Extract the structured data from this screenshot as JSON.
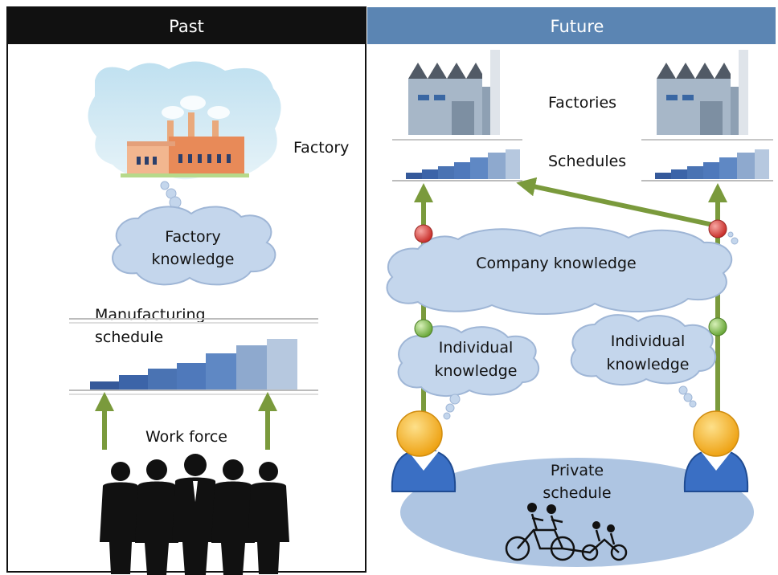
{
  "past": {
    "header": "Past",
    "factory_label": "Factory",
    "factory_knowledge": [
      "Factory",
      "knowledge"
    ],
    "schedule_label": [
      "Manufacturing",
      "schedule"
    ],
    "work_force_label": "Work force"
  },
  "future": {
    "header": "Future",
    "factories_label": "Factories",
    "schedules_label": "Schedules",
    "company_knowledge": "Company knowledge",
    "individual_knowledge_left": [
      "Individual",
      "knowledge"
    ],
    "individual_knowledge_right": [
      "Individual",
      "knowledge"
    ],
    "private_schedule": [
      "Private",
      "schedule"
    ]
  },
  "colors": {
    "past_header": "#111111",
    "future_header": "#5b85b3",
    "cloud_fill": "#c4d6ec",
    "cloud_stroke": "#9fb6d6",
    "arrow": "#7a9a3c",
    "node_red": "#d9534f",
    "node_green": "#8fc85a",
    "person": "#f3b21a",
    "ellipse": "#aec5e2"
  }
}
